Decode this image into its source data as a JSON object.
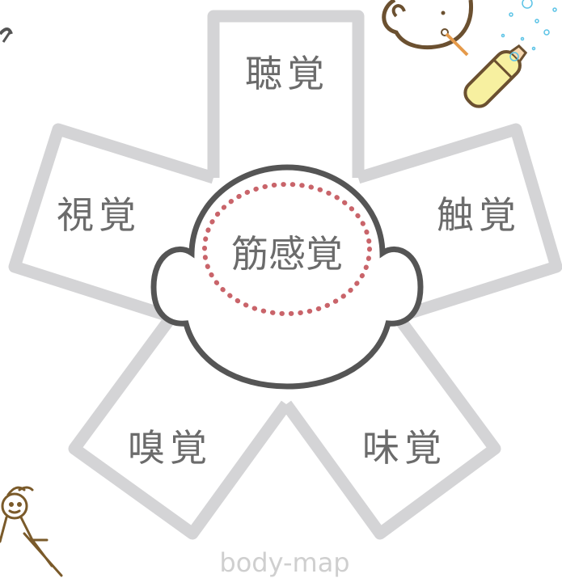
{
  "diagram": {
    "center": {
      "label": "筋感覚"
    },
    "senses": [
      {
        "id": "hearing",
        "label": "聴覚"
      },
      {
        "id": "sight",
        "label": "視覚"
      },
      {
        "id": "touch",
        "label": "触覚"
      },
      {
        "id": "smell",
        "label": "嗅覚"
      },
      {
        "id": "taste",
        "label": "味覚"
      }
    ]
  },
  "footer": {
    "watermark": "body-map"
  },
  "colors": {
    "outline": "#d4d4d6",
    "head_outline": "#555555",
    "dotted_ring": "#c9646a",
    "label_text": "#6b6b6b",
    "bottle_fill": "#f7f0a0",
    "figure_line": "#7a5a2a",
    "bubble": "#5bc3e6"
  }
}
